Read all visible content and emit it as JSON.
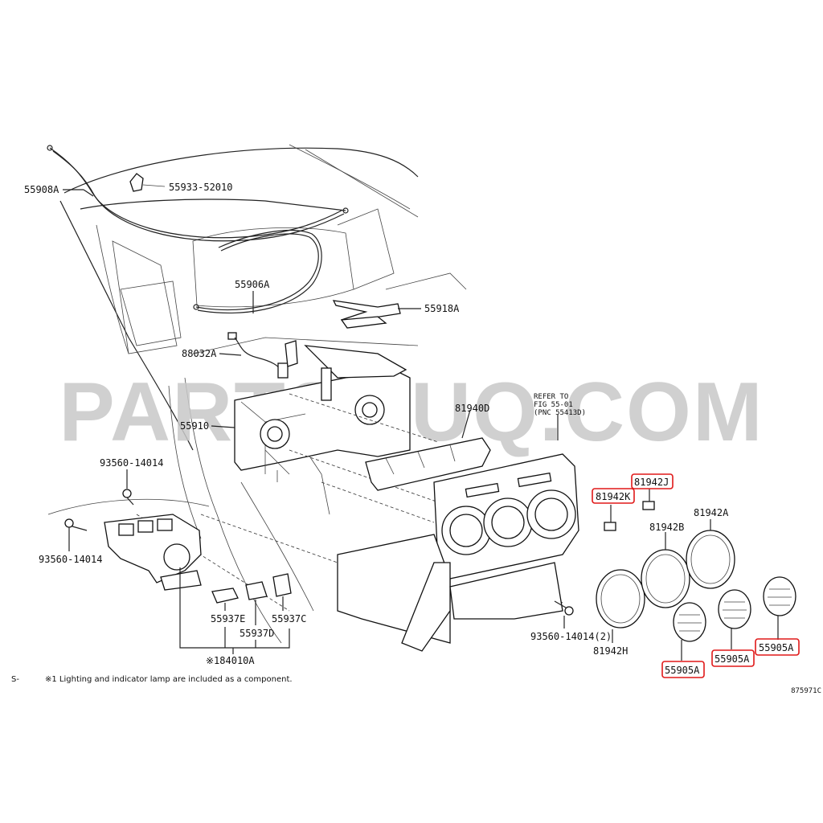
{
  "watermark": "PARTSOUQ.COM",
  "callouts": {
    "cable_upper": "55908A",
    "clip": "55933-52010",
    "cable_lower": "55906A",
    "lever": "55918A",
    "harness": "88032A",
    "control_unit": "55910",
    "bezel": "81940D",
    "screw_top_left": "93560-14014",
    "screw_left": "93560-14014",
    "screw_bottom": "93560-14014(2)",
    "knob_e": "55937E",
    "knob_d": "55937D",
    "knob_c": "55937C",
    "assembly": "※184010A",
    "plate_k": "81942K",
    "plate_j": "81942J",
    "ring_b": "81942B",
    "ring_a": "81942A",
    "ring_h": "81942H",
    "dial_1": "55905A",
    "dial_2": "55905A",
    "dial_3": "55905A"
  },
  "refer_note": {
    "line1": "REFER TO",
    "line2": "FIG 55-01",
    "line3": "(PNC 55413D)"
  },
  "footnote": {
    "prefix": "S-",
    "text": "※1 Lighting and indicator lamp are included as a component."
  },
  "figure_code": "875971C",
  "highlighted_parts": [
    "81942K",
    "81942J",
    "55905A"
  ],
  "highlight_color": "#e01818"
}
